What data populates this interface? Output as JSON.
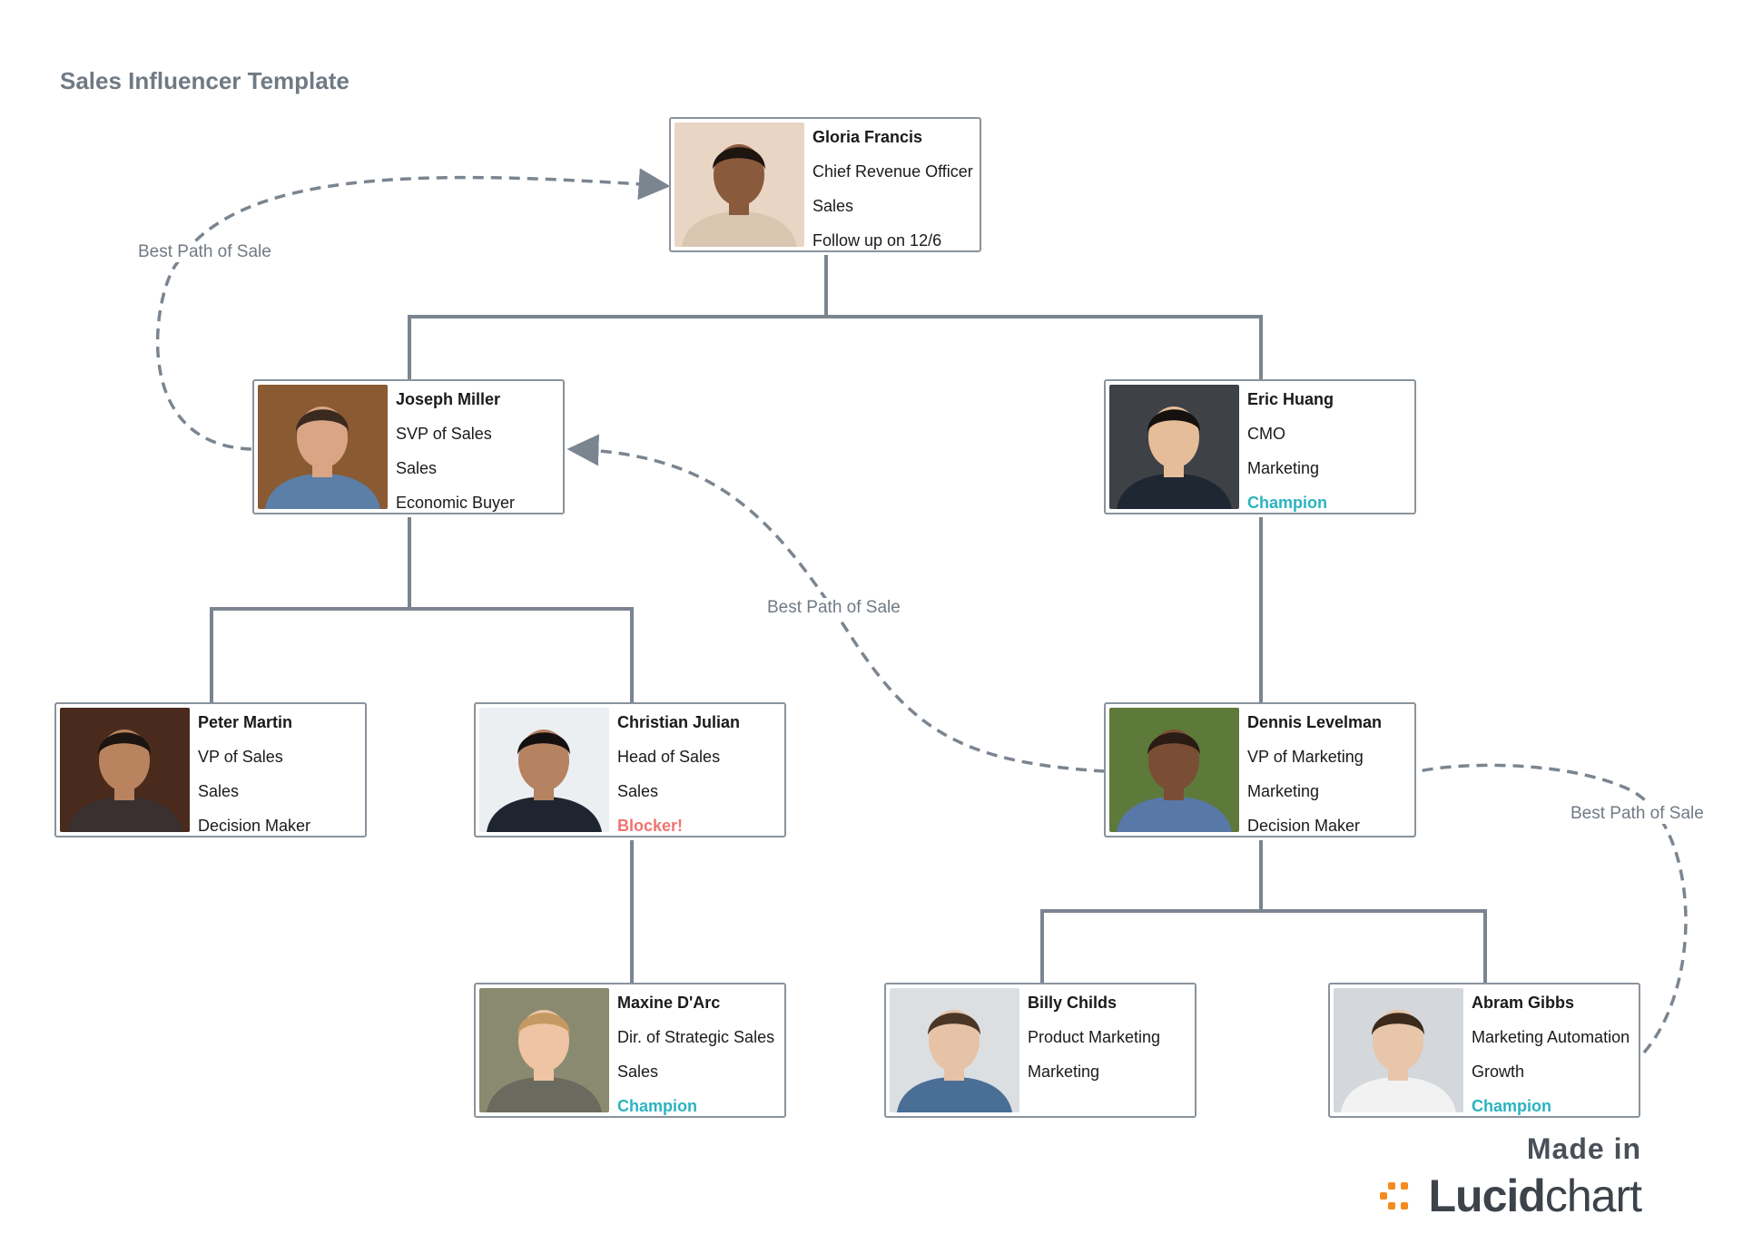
{
  "title": "Sales Influencer Template",
  "colors": {
    "connector": "#7b8590",
    "card_border": "#8a939c",
    "champion": "#2bb3c0",
    "blocker": "#f07470",
    "label": "#707a85",
    "lucid_orange": "#f48b1f"
  },
  "people": [
    {
      "id": "gloria",
      "name": "Gloria Francis",
      "role": "Chief Revenue Officer",
      "dept": "Sales",
      "note": "Follow up on 12/6",
      "note_type": "normal",
      "skin": "#8a5a3c",
      "hair": "#1e1410",
      "bg": "#e9d5c4",
      "shirt": "#d8c6b0"
    },
    {
      "id": "joseph",
      "name": "Joseph Miller",
      "role": "SVP of Sales",
      "dept": "Sales",
      "note": "Economic Buyer",
      "note_type": "normal",
      "skin": "#d9a584",
      "hair": "#3a2a20",
      "bg": "#8a5a33",
      "shirt": "#5b7fa6"
    },
    {
      "id": "eric",
      "name": "Eric Huang",
      "role": "CMO",
      "dept": "Marketing",
      "note": "Champion",
      "note_type": "champion",
      "skin": "#e6bd99",
      "hair": "#15110f",
      "bg": "#3e4247",
      "shirt": "#1f2733"
    },
    {
      "id": "peter",
      "name": "Peter Martin",
      "role": "VP of Sales",
      "dept": "Sales",
      "note": "Decision Maker",
      "note_type": "normal",
      "skin": "#b8835e",
      "hair": "#1c1410",
      "bg": "#4a2a1c",
      "shirt": "#3a3030"
    },
    {
      "id": "christian",
      "name": "Christian Julian",
      "role": "Head of Sales",
      "dept": "Sales",
      "note": "Blocker!",
      "note_type": "blocker",
      "skin": "#b58262",
      "hair": "#151010",
      "bg": "#eceff1",
      "shirt": "#1f2530"
    },
    {
      "id": "dennis",
      "name": "Dennis Levelman",
      "role": "VP of Marketing",
      "dept": "Marketing",
      "note": "Decision Maker",
      "note_type": "normal",
      "skin": "#7a4e34",
      "hair": "#2a1c14",
      "bg": "#5d7a3a",
      "shirt": "#5878a8"
    },
    {
      "id": "maxine",
      "name": "Maxine D'Arc",
      "role": "Dir. of Strategic Sales",
      "dept": "Sales",
      "note": "Champion",
      "note_type": "champion",
      "skin": "#eec4a4",
      "hair": "#c49a62",
      "bg": "#8a8a70",
      "shirt": "#6a6a5e"
    },
    {
      "id": "billy",
      "name": "Billy Childs",
      "role": "Product Marketing",
      "dept": "Marketing",
      "note": "",
      "note_type": "normal",
      "skin": "#e6c2a6",
      "hair": "#4a3526",
      "bg": "#dcdfe2",
      "shirt": "#4a6f96"
    },
    {
      "id": "abram",
      "name": "Abram Gibbs",
      "role": "Marketing Automation",
      "dept": "Growth",
      "note": "Champion",
      "note_type": "champion",
      "skin": "#e8c6aa",
      "hair": "#3a2a1c",
      "bg": "#d4d7db",
      "shirt": "#f2f2f2"
    }
  ],
  "path_labels": [
    "Best Path of Sale",
    "Best Path of Sale",
    "Best Path of Sale"
  ],
  "brand": {
    "made_in": "Made in",
    "lucid_bold": "Lucid",
    "lucid_light": "chart"
  }
}
